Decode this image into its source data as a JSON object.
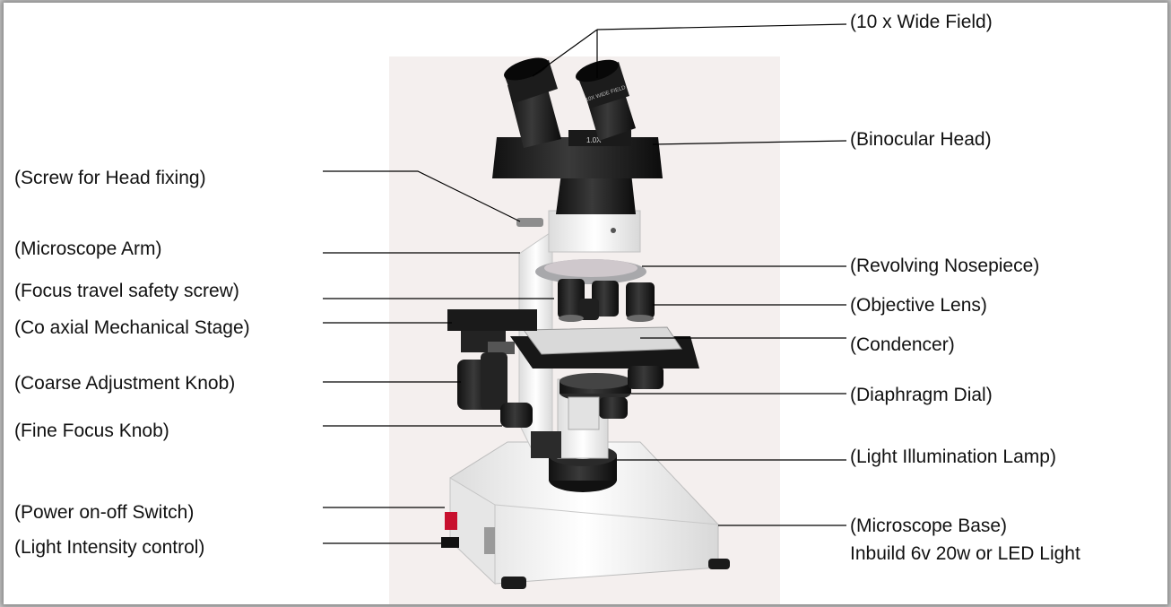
{
  "labels": {
    "wide_field": "(10 x Wide Field)",
    "binocular_head": "(Binocular Head)",
    "screw_head": "(Screw for Head fixing)",
    "arm": "(Microscope Arm)",
    "nosepiece": "(Revolving Nosepiece)",
    "focus_safety": "(Focus travel safety screw)",
    "objective": "(Objective Lens)",
    "stage": "(Co axial Mechanical Stage)",
    "condenser": "(Condencer)",
    "coarse": "(Coarse Adjustment Knob)",
    "diaphragm": "(Diaphragm Dial)",
    "fine": "(Fine Focus Knob)",
    "lamp": "(Light Illumination Lamp)",
    "power": "(Power on-off Switch)",
    "intensity": "(Light Intensity control)",
    "base": "(Microscope Base)",
    "base_note": "Inbuild 6v 20w or LED Light"
  },
  "microscope_markings": {
    "head": "1.0X",
    "eyepiece": "10X WIDE FIELD"
  },
  "colors": {
    "label_text": "#111111",
    "leader_line": "#000000",
    "photo_background": "#f4efee",
    "frame_shadow": "#cfcfcf"
  }
}
